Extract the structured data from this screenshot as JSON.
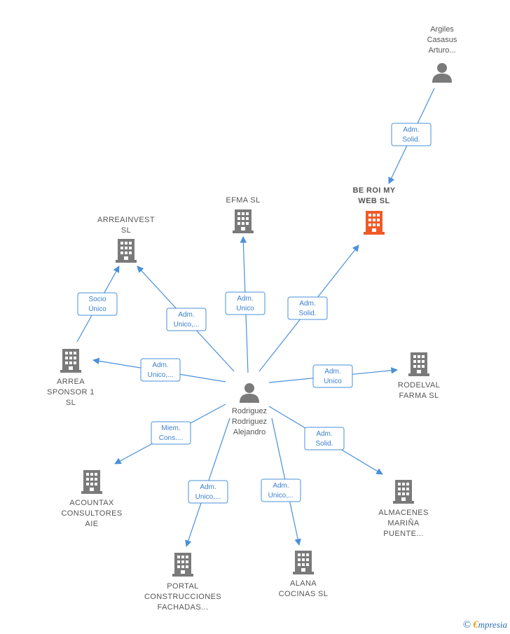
{
  "colors": {
    "edge": "#4a90d9",
    "node_icon": "#7a7a7a",
    "focus_company": "#f05a28",
    "label": "#555555"
  },
  "nodes": [
    {
      "id": "center",
      "type": "person",
      "lines": [
        "Rodriguez",
        "Rodriguez",
        "Alejandro"
      ],
      "icon": "person-icon"
    },
    {
      "id": "argiles",
      "type": "person",
      "lines": [
        "Argiles",
        "Casasus",
        "Arturo..."
      ],
      "icon": "person-icon"
    },
    {
      "id": "beroi",
      "type": "company",
      "focus": true,
      "lines": [
        "BE ROI MY",
        "WEB SL"
      ],
      "icon": "building-icon"
    },
    {
      "id": "efma",
      "type": "company",
      "lines": [
        "EFMA SL"
      ],
      "icon": "building-icon"
    },
    {
      "id": "arreainvest",
      "type": "company",
      "lines": [
        "ARREAINVEST",
        "SL"
      ],
      "icon": "building-icon"
    },
    {
      "id": "arrea",
      "type": "company",
      "lines": [
        "ARREA",
        "SPONSOR 1",
        "SL"
      ],
      "icon": "building-icon"
    },
    {
      "id": "rodelval",
      "type": "company",
      "lines": [
        "RODELVAL",
        "FARMA SL"
      ],
      "icon": "building-icon"
    },
    {
      "id": "acountax",
      "type": "company",
      "lines": [
        "ACOUNTAX",
        "CONSULTORES",
        "AIE"
      ],
      "icon": "building-icon"
    },
    {
      "id": "portal",
      "type": "company",
      "lines": [
        "PORTAL",
        "CONSTRUCCIONES",
        "FACHADAS..."
      ],
      "icon": "building-icon"
    },
    {
      "id": "alana",
      "type": "company",
      "lines": [
        "ALANA",
        "COCINAS SL"
      ],
      "icon": "building-icon"
    },
    {
      "id": "almacenes",
      "type": "company",
      "lines": [
        "ALMACENES",
        "MARIÑA",
        "PUENTE..."
      ],
      "icon": "building-icon"
    }
  ],
  "edges": [
    {
      "from": "argiles",
      "to": "beroi",
      "label": [
        "Adm.",
        "Solid."
      ]
    },
    {
      "from": "center",
      "to": "beroi",
      "label": [
        "Adm.",
        "Solid."
      ]
    },
    {
      "from": "center",
      "to": "efma",
      "label": [
        "Adm.",
        "Unico"
      ]
    },
    {
      "from": "center",
      "to": "arreainvest",
      "label": [
        "Adm.",
        "Unico,..."
      ]
    },
    {
      "from": "arrea",
      "to": "arreainvest",
      "label": [
        "Socio",
        "Único"
      ]
    },
    {
      "from": "center",
      "to": "arrea",
      "label": [
        "Adm.",
        "Unico,..."
      ]
    },
    {
      "from": "center",
      "to": "rodelval",
      "label": [
        "Adm.",
        "Unico"
      ]
    },
    {
      "from": "center",
      "to": "acountax",
      "label": [
        "Miem.",
        "Cons...."
      ]
    },
    {
      "from": "center",
      "to": "portal",
      "label": [
        "Adm.",
        "Unico,..."
      ]
    },
    {
      "from": "center",
      "to": "alana",
      "label": [
        "Adm.",
        "Unico,..."
      ]
    },
    {
      "from": "center",
      "to": "almacenes",
      "label": [
        "Adm.",
        "Solid."
      ]
    }
  ],
  "watermark": {
    "copyright": "©",
    "brand_initial": "€",
    "brand_rest": "mpresia"
  }
}
